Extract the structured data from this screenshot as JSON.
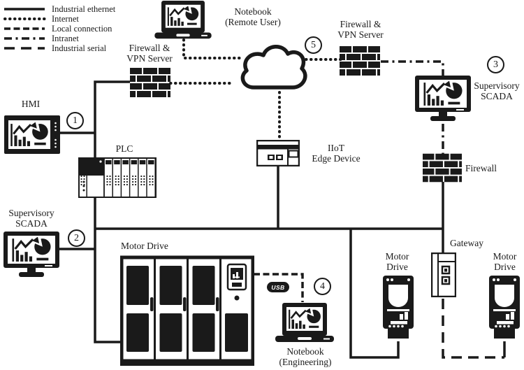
{
  "legend": {
    "items": [
      {
        "label": "Industrial ethernet",
        "style": "solid"
      },
      {
        "label": "Internet",
        "style": "dotted"
      },
      {
        "label": "Local connection",
        "style": "dashed"
      },
      {
        "label": "Intranet",
        "style": "dash-dot"
      },
      {
        "label": "Industrial serial",
        "style": "long-dash"
      }
    ]
  },
  "nodes": {
    "notebook_remote": {
      "line1": "Notebook",
      "line2": "(Remote User)"
    },
    "firewall_vpn_left": {
      "line1": "Firewall &",
      "line2": "VPN Server"
    },
    "firewall_vpn_right": {
      "line1": "Firewall &",
      "line2": "VPN Server"
    },
    "scada_right": {
      "line1": "Supervisory",
      "line2": "SCADA"
    },
    "firewall_right": {
      "label": "Firewall"
    },
    "hmi": {
      "label": "HMI"
    },
    "plc": {
      "label": "PLC"
    },
    "scada_left": {
      "line1": "Supervisory",
      "line2": "SCADA"
    },
    "iiot": {
      "line1": "IIoT",
      "line2": "Edge Device"
    },
    "motor_drive_cabinet": {
      "label": "Motor Drive"
    },
    "usb": {
      "label": "USB"
    },
    "notebook_engineering": {
      "line1": "Notebook",
      "line2": "(Engineering)"
    },
    "motor_drive_left": {
      "line1": "Motor",
      "line2": "Drive"
    },
    "gateway": {
      "label": "Gateway"
    },
    "motor_drive_right": {
      "line1": "Motor",
      "line2": "Drive"
    }
  },
  "markers": {
    "m1": "1",
    "m2": "2",
    "m3": "3",
    "m4": "4",
    "m5": "5"
  },
  "colors": {
    "ink": "#1a1a1a",
    "background": "#ffffff"
  }
}
